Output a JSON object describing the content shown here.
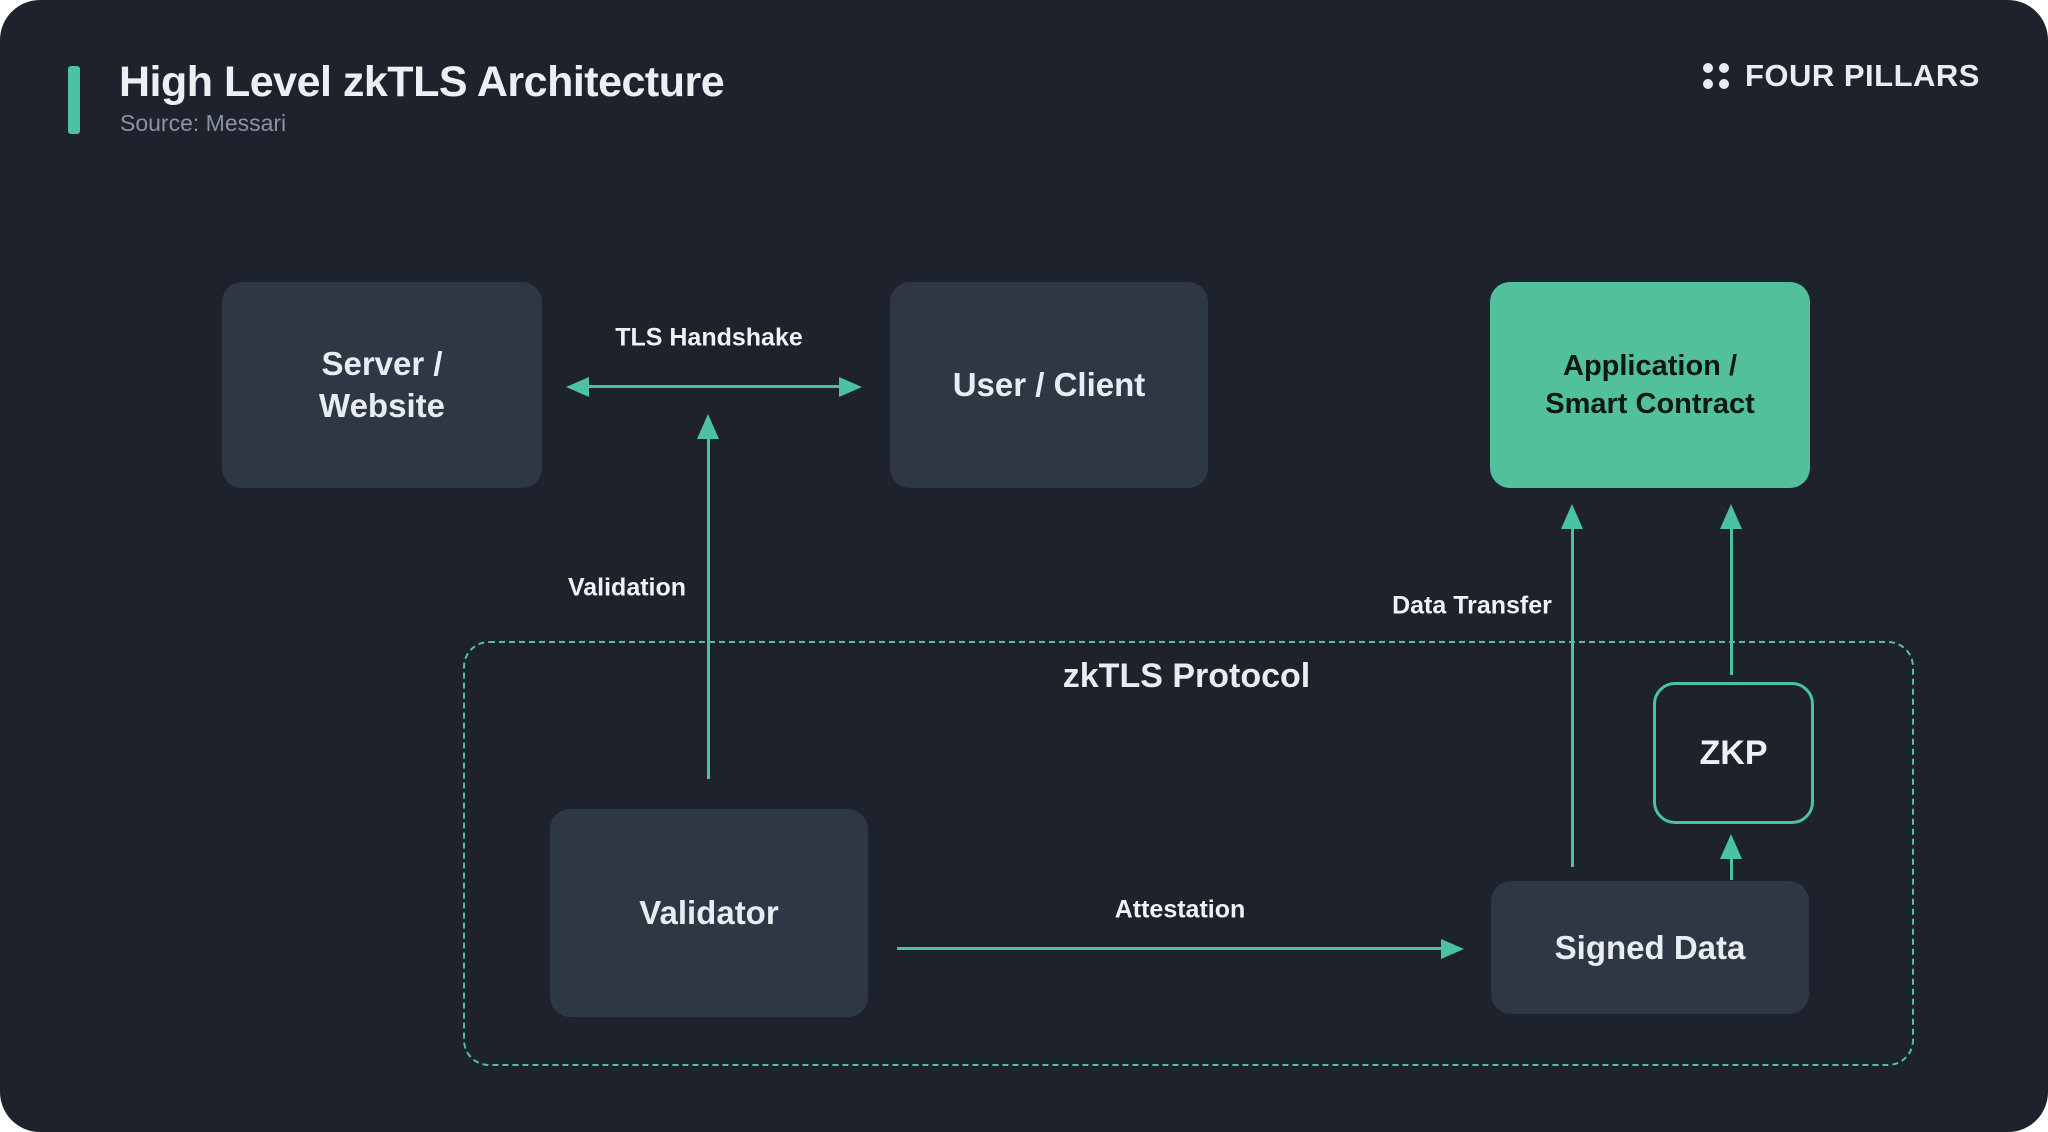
{
  "header": {
    "title": "High Level zkTLS Architecture",
    "source": "Source: Messari",
    "brand": "FOUR PILLARS"
  },
  "diagram": {
    "protocol_label": "zkTLS Protocol",
    "nodes": {
      "server": "Server /\nWebsite",
      "user": "User / Client",
      "application": "Application /\nSmart Contract",
      "validator": "Validator",
      "signed_data": "Signed Data",
      "zkp": "ZKP"
    },
    "edges": {
      "tls_handshake": "TLS Handshake",
      "validation": "Validation",
      "attestation": "Attestation",
      "data_transfer": "Data Transfer"
    }
  },
  "colors": {
    "accent_teal": "#4bc2a0",
    "green_node": "#52c09b",
    "card_background": "#1d222c",
    "node_background": "#2e3845",
    "title_text": "#edeff2",
    "muted_text": "#8b92a0",
    "dark_text_on_green": "#0e1813"
  }
}
